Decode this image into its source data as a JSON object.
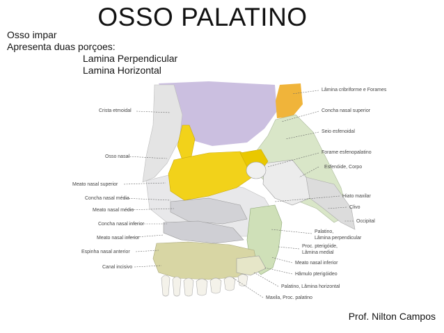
{
  "title": "OSSO PALATINO",
  "intro": {
    "line1": "Osso impar",
    "line2": "Apresenta duas porçoes:",
    "line3": "Lamina Perpendicular",
    "line4": "Lamina Horizontal"
  },
  "author": "Prof. Nilton Campos",
  "figure": {
    "left_labels": [
      "Crista etmoidal",
      "Osso nasal",
      "Meato nasal superior",
      "Concha nasal média",
      "Meato nasal médio",
      "Concha nasal inferior",
      "Meato nasal inferior",
      "Espinha nasal anterior",
      "Canal incisivo"
    ],
    "right_labels": [
      "Lâmina cribriforme e Forames",
      "Concha nasal superior",
      "Seio esfenoidal",
      "Forame esfenopalatino",
      "Esfenóide, Corpo",
      "Hiato maxilar",
      "Clivo",
      "Occipital",
      "Palatino,",
      "Lâmina perpendicular",
      "Proc. pterigóide,",
      "Lâmina medial",
      "Meato nasal inferior",
      "Hâmulo pterigóideo",
      "Palatino, Lâmina horizontal",
      "Maxila, Proc. palatino"
    ],
    "colors": {
      "palatine": "#f2d21a",
      "sphenoid": "#d9e6c8",
      "frontal": "#cbbfe0",
      "maxilla": "#d8d6a4",
      "bone": "#e6e6e6",
      "occipital_tip": "#f0b43a"
    }
  }
}
